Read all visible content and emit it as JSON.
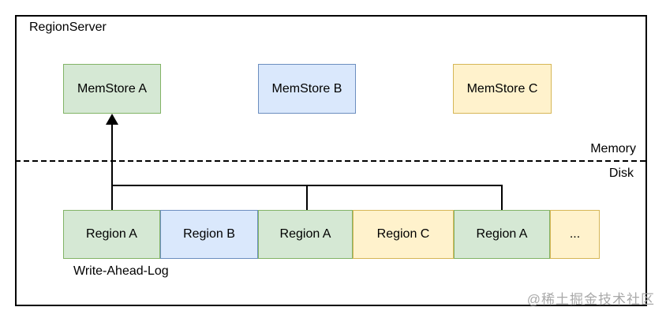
{
  "diagram": {
    "title": "RegionServer",
    "memory_label": "Memory",
    "disk_label": "Disk",
    "memstores": [
      {
        "label": "MemStore A",
        "color": "green"
      },
      {
        "label": "MemStore B",
        "color": "blue"
      },
      {
        "label": "MemStore C",
        "color": "yellow"
      }
    ],
    "wal": {
      "label": "Write-Ahead-Log",
      "regions": [
        {
          "label": "Region A",
          "color": "green"
        },
        {
          "label": "Region B",
          "color": "blue"
        },
        {
          "label": "Region A",
          "color": "green"
        },
        {
          "label": "Region C",
          "color": "yellow"
        },
        {
          "label": "Region A",
          "color": "green"
        },
        {
          "label": "...",
          "color": "yellow"
        }
      ]
    },
    "connections": {
      "arrow_from": "Write-Ahead-Log Region A",
      "arrow_to": "MemStore A"
    },
    "watermark": "@稀土掘金技术社区",
    "palette": {
      "green_fill": "#d5e8d4",
      "green_border": "#82b366",
      "blue_fill": "#dae8fc",
      "blue_border": "#6c8ebf",
      "yellow_fill": "#fff2cc",
      "yellow_border": "#d6b656",
      "line": "#000000",
      "watermark_gray": "#a9a9a9"
    }
  }
}
